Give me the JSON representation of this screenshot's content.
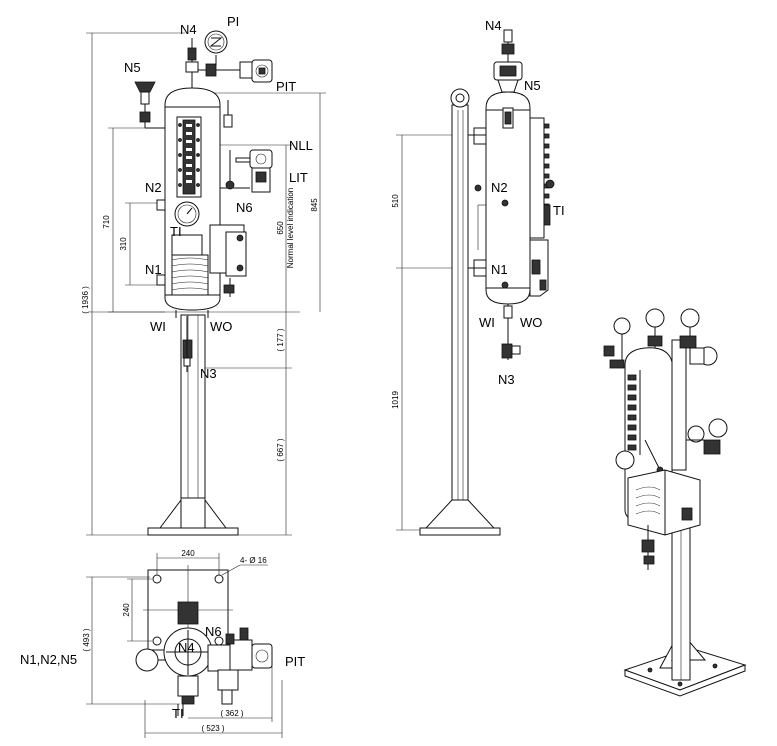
{
  "labels": {
    "pi": "PI",
    "n4": "N4",
    "n5": "N5",
    "pit": "PIT",
    "nll": "NLL",
    "lit": "LIT",
    "n2": "N2",
    "n6": "N6",
    "ti": "TI",
    "n1": "N1",
    "wi": "WI",
    "wo": "WO",
    "n3": "N3",
    "n1n2n5": "N1,N2,N5"
  },
  "dimensions": {
    "d1936": "( 1936 )",
    "d710": "710",
    "d310": "310",
    "d845": "845",
    "d650": "650",
    "normal_level": "Normal level indication",
    "d177": "( 177 )",
    "d667": "( 667 )",
    "d510": "510",
    "d1019": "1019",
    "d240_top": "240",
    "d240_side": "240",
    "d493": "( 493 )",
    "bolt": "4- Ø 16",
    "d362": "( 362 )",
    "d523": "( 523 )"
  }
}
